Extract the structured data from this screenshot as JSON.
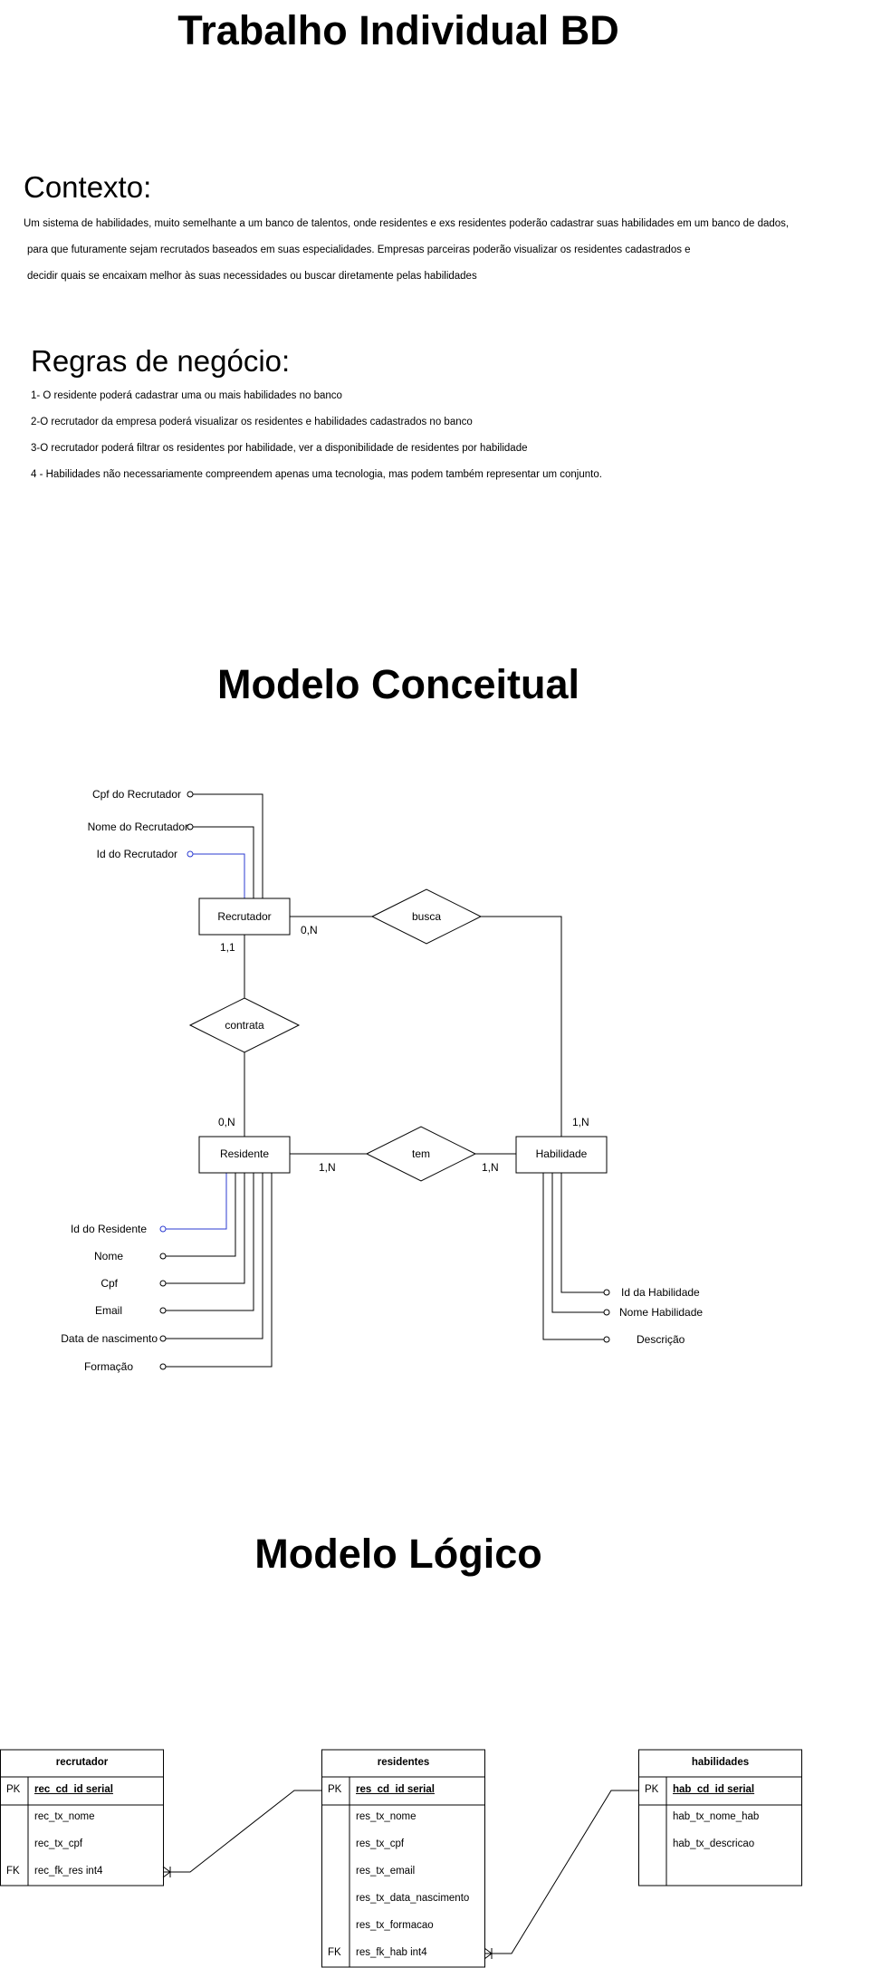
{
  "page": {
    "title": "Trabalho Individual BD",
    "context_heading": "Contexto:",
    "context_lines": [
      "Um sistema de habilidades, muito semelhante a um banco de talentos, onde residentes e exs residentes poderão cadastrar suas habilidades em um banco de dados,",
      "para que futuramente sejam recrutados baseados em suas especialidades. Empresas parceiras poderão visualizar os residentes cadastrados e",
      "decidir quais se encaixam melhor às suas necessidades ou buscar diretamente pelas habilidades"
    ],
    "rules_heading": "Regras de negócio:",
    "rules": [
      "1- O residente poderá cadastrar uma ou mais habilidades no banco",
      "2-O recrutador da empresa poderá visualizar os residentes e habilidades cadastrados no banco",
      "3-O recrutador poderá filtrar os residentes por habilidade, ver a disponibilidade de residentes por habilidade",
      "4 - Habilidades não necessariamente compreendem apenas uma tecnologia, mas podem também representar um conjunto."
    ],
    "conceptual_title": "Modelo Conceitual",
    "logical_title": "Modelo Lógico"
  },
  "conceptual": {
    "entities": {
      "recrutador": "Recrutador",
      "residente": "Residente",
      "habilidade": "Habilidade"
    },
    "relationships": {
      "busca": "busca",
      "contrata": "contrata",
      "tem": "tem"
    },
    "recrutador_attrs": [
      "Cpf do Recrutador",
      "Nome do Recrutador",
      "Id do Recrutador"
    ],
    "residente_attrs": [
      "Id do Residente",
      "Nome",
      "Cpf",
      "Email",
      "Data de nascimento",
      "Formação"
    ],
    "habilidade_attrs": [
      "Id da Habilidade",
      "Nome Habilidade",
      "Descrição"
    ],
    "cardinalities": {
      "recrutador_busca": "0,N",
      "recrutador_contrata": "1,1",
      "residente_contrata": "0,N",
      "residente_tem": "1,N",
      "habilidade_tem": "1,N",
      "habilidade_busca": "1,N"
    },
    "colors": {
      "line": "#000000",
      "id_line": "#2b3bd1"
    }
  },
  "logical": {
    "tables": [
      {
        "name": "recrutador",
        "pk": "rec_cd_id serial",
        "cols": [
          "rec_tx_nome",
          "rec_tx_cpf"
        ],
        "fk": "rec_fk_res int4"
      },
      {
        "name": "residentes",
        "pk": "res_cd_id serial",
        "cols": [
          "res_tx_nome",
          "res_tx_cpf",
          "res_tx_email",
          "res_tx_data_nascimento",
          "res_tx_formacao"
        ],
        "fk": "res_fk_hab int4"
      },
      {
        "name": "habilidades",
        "pk": "hab_cd_id serial",
        "cols": [
          "hab_tx_nome_hab",
          "hab_tx_descricao"
        ],
        "fk": ""
      }
    ],
    "key_labels": {
      "pk": "PK",
      "fk": "FK"
    }
  }
}
